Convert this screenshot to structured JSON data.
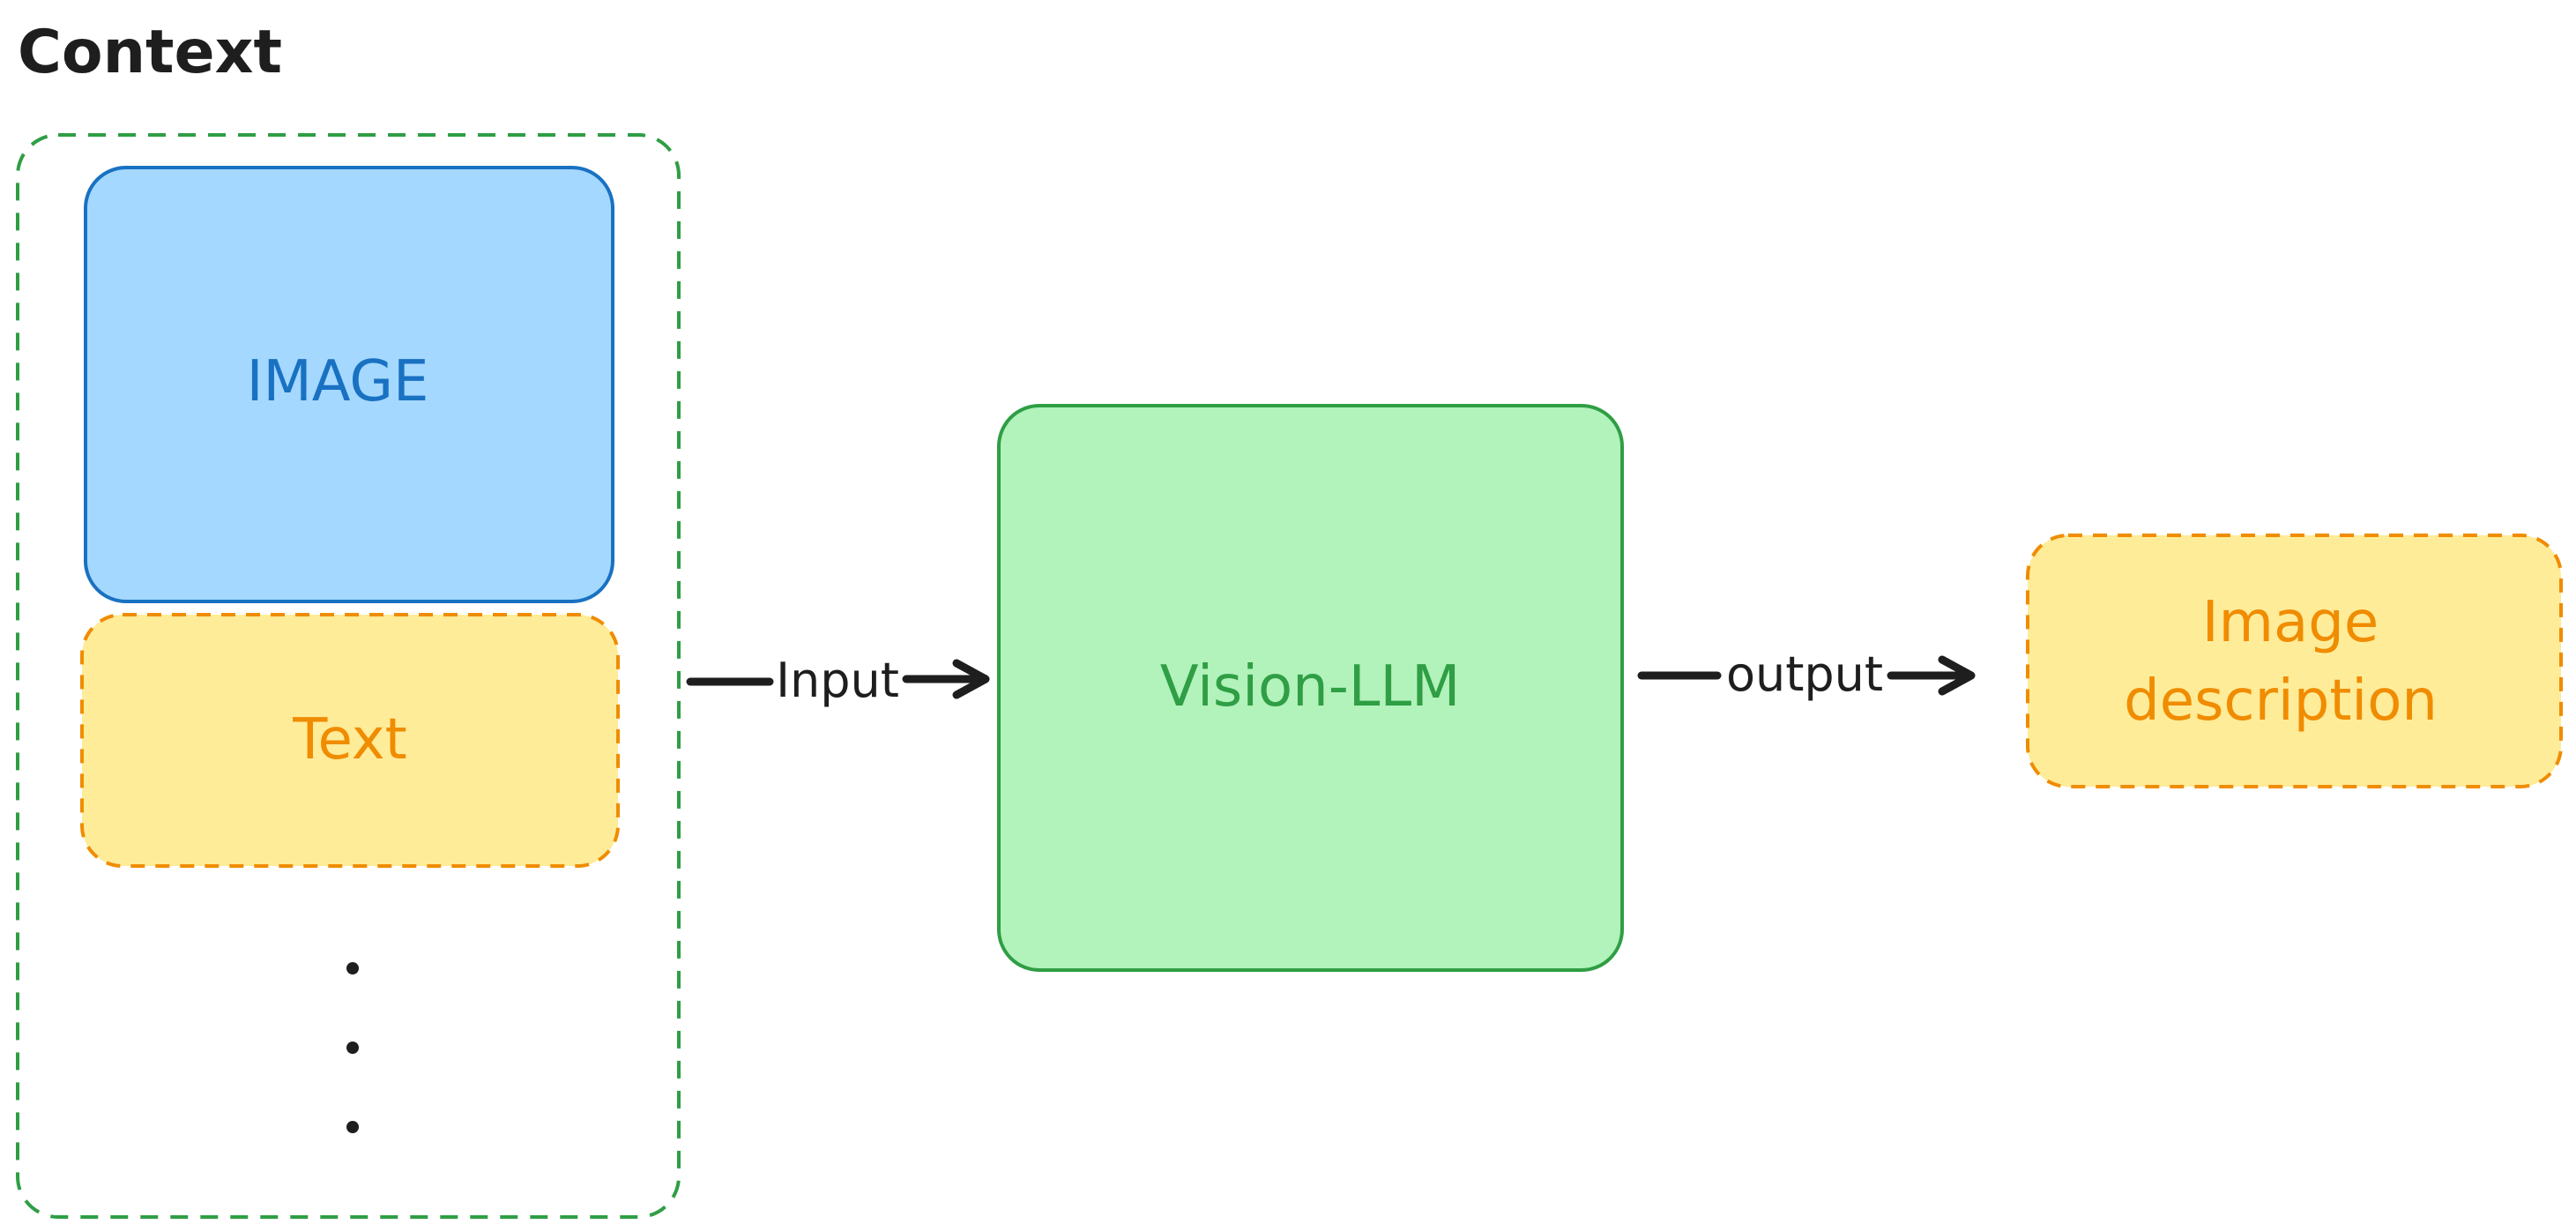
{
  "title": "Context",
  "nodes": {
    "image": {
      "label": "IMAGE"
    },
    "text": {
      "label": "Text"
    },
    "ellipsis": {
      "count": 3
    },
    "vision_llm": {
      "label": "Vision-LLM"
    },
    "image_description": {
      "line1": "Image",
      "line2": "description"
    }
  },
  "edges": {
    "input": {
      "label": "Input"
    },
    "output": {
      "label": "output"
    }
  },
  "colors": {
    "context_border": "#2f9e44",
    "image_fill": "#a5d8ff",
    "image_stroke": "#1971c2",
    "text_fill": "#ffec99",
    "text_stroke": "#f08c00",
    "llm_fill": "#b2f2bb",
    "llm_stroke": "#2f9e44",
    "arrow": "#1e1e1e",
    "title": "#1e1e1e"
  }
}
